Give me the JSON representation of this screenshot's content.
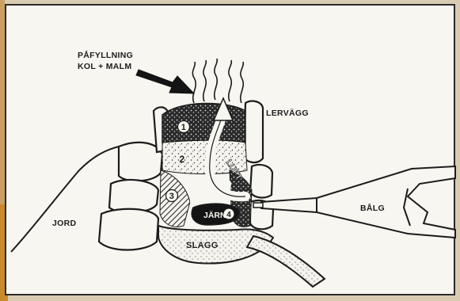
{
  "labels": {
    "fill_line1": "PÅFYLLNING",
    "fill_line2": "KOL + MALM",
    "clay_wall": "LERVÄGG",
    "air": "LUFT",
    "bellows": "BÅLG",
    "soil": "JORD",
    "iron": "JÄRN",
    "slag": "SLAGG"
  },
  "zones": {
    "z1": "1",
    "z2": "2",
    "z3": "3",
    "z4": "4"
  }
}
